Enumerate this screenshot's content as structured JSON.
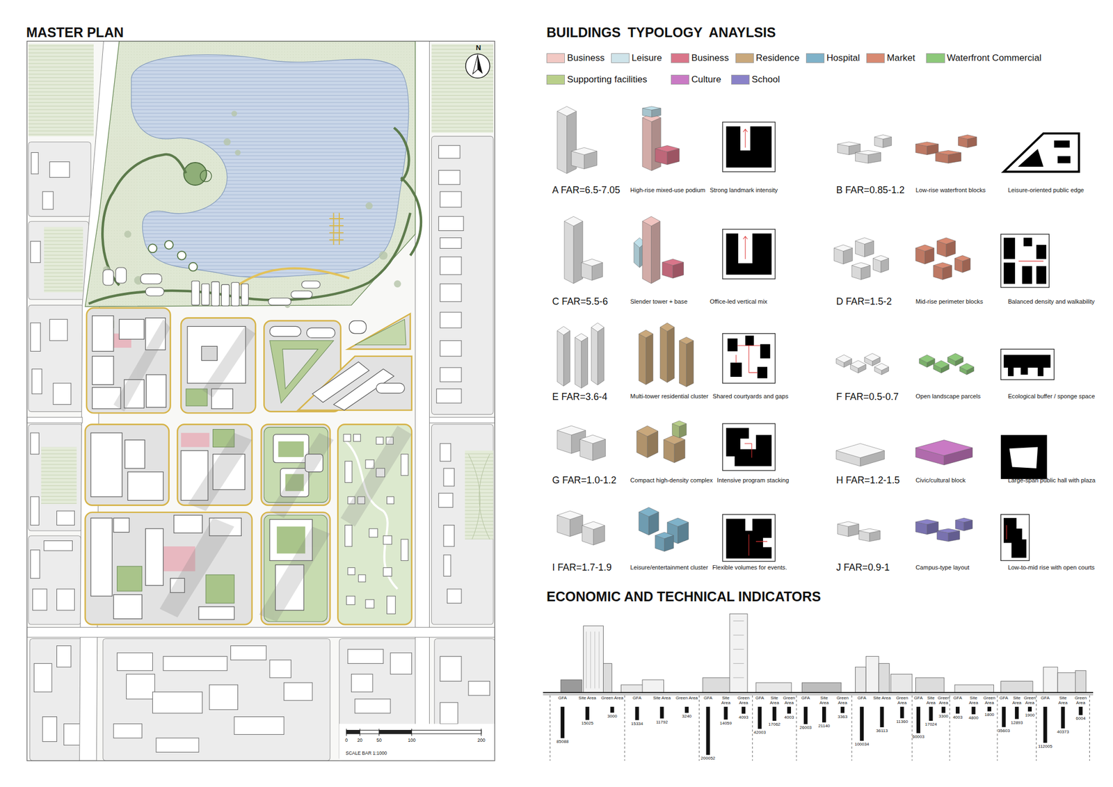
{
  "diagram": {
    "labels": [
      "MASTER PLAN",
      "BUILDINGS TYPOLOGY ANAYLSIS",
      "ECONOMIC AND TECHNICAL INDICATORS",
      "N",
      "0",
      "20",
      "50",
      "100",
      "200",
      "SCALE BAR 1:1000",
      "A FAR=6.5-7.05",
      "High-rise mixed-use podium",
      "Strong landmark intensity",
      "B FAR=0.85-1.2",
      "Low-rise waterfront blocks",
      "Leisure-oriented public edge",
      "C FAR=5.5-6",
      "Slender tower + base",
      "Office-led vertical mix",
      "D FAR=1.5-2",
      "Mid-rise perimeter blocks",
      "Balanced density and walkability",
      "E FAR=3.6-4",
      "Multi-tower residential cluster",
      "Shared courtyards and gaps",
      "F FAR=0.5-0.7",
      "Open landscape parcels",
      "Ecological buffer / sponge space",
      "G FAR=1.0-1.2",
      "Compact high-density complex",
      "Intensive program stacking",
      "H FAR=1.2-1.5",
      "Civic/cultural block",
      "Large-span public hall with plaza",
      "I FAR=1.7-1.9",
      "Leisure/entertainment cluster",
      "Flexible volumes for events.",
      "J FAR=0.9-1",
      "Campus-type layout",
      "Low-to-mid rise with open courts",
      "GFA",
      "Site Area",
      "Green Area",
      "85088",
      "15025",
      "3000",
      "GFA",
      "Site Area",
      "Green Area",
      "15334",
      "11792",
      "3240",
      "GFA",
      "Site Area",
      "Green Area",
      "200052",
      "14059",
      "4093",
      "GFA",
      "Site Area",
      "Green Area",
      "42003",
      "17062",
      "4003",
      "GFA",
      "Site Area",
      "Green Area",
      "26003",
      "21140",
      "3363",
      "GFA",
      "Site Area",
      "Green Area",
      "100034",
      "36113",
      "11360",
      "GFA",
      "Site Area",
      "Green Area",
      "60003",
      "17024",
      "3300",
      "GFA",
      "Site Area",
      "Green Area",
      "4003",
      "4800",
      "1800",
      "GFA",
      "Site Area",
      "Green Area",
      "35603",
      "12893",
      "1900",
      "GFA",
      "Site Area",
      "Green Area",
      "112005",
      "40373",
      "6004"
    ],
    "legend": [
      {
        "text": "Business",
        "color": "#f2c9c4"
      },
      {
        "text": "Leisure",
        "color": "#cfe4ea"
      },
      {
        "text": "Business",
        "color": "#d9768a"
      },
      {
        "text": "Residence",
        "color": "#c9a87c"
      },
      {
        "text": "Hospital",
        "color": "#7fb2c9"
      },
      {
        "text": "Market",
        "color": "#d88a72"
      },
      {
        "text": "Waterfront Commercial",
        "color": "#8dc87a"
      },
      {
        "text": "Supporting facilities",
        "color": "#b9cf8a"
      },
      {
        "text": "Culture",
        "color": "#c97ac4"
      },
      {
        "text": "School",
        "color": "#8a82c8"
      }
    ]
  }
}
